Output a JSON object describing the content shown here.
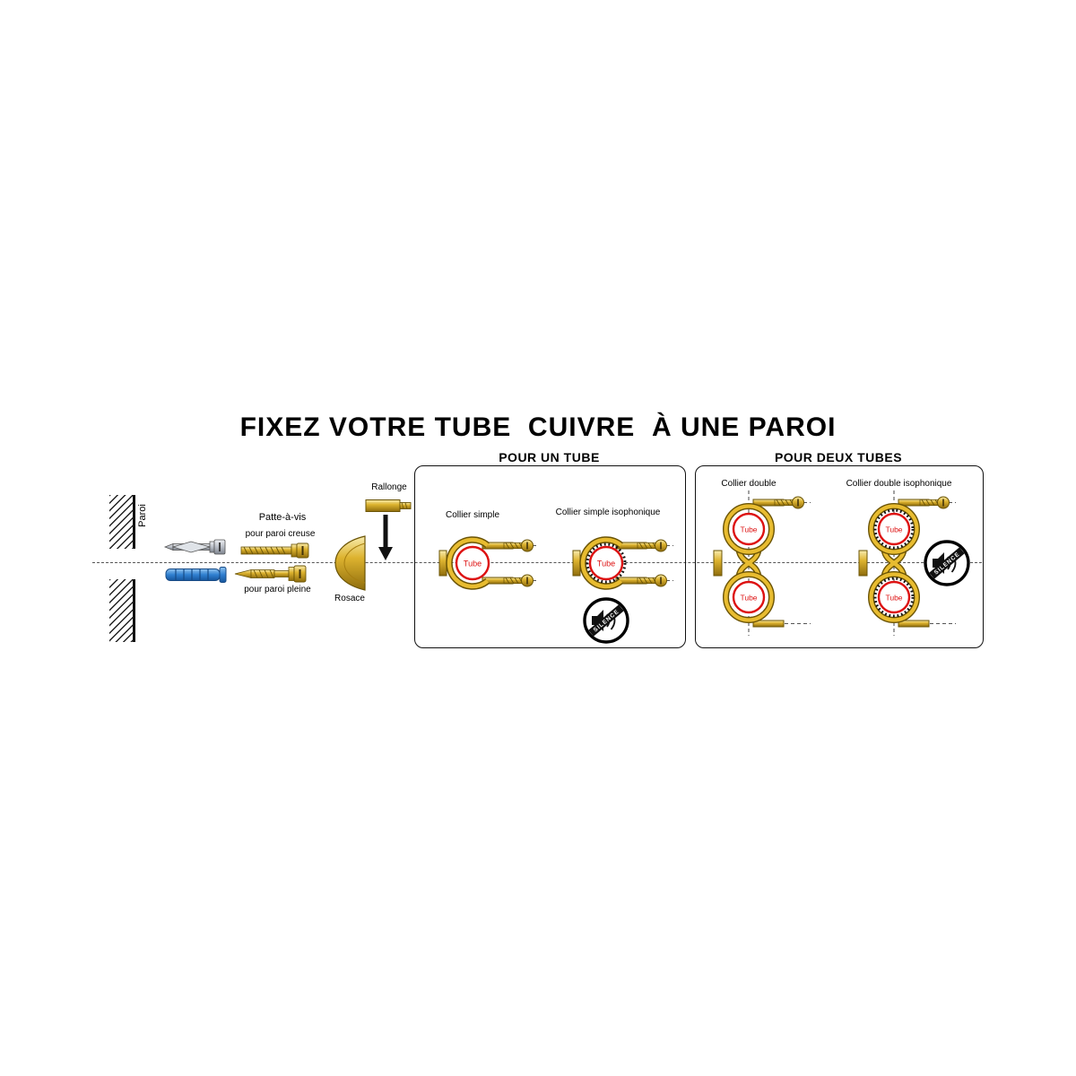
{
  "title": "FIXEZ VOTRE TUBE  CUIVRE  À UNE PAROI",
  "wall": {
    "label": "Paroi"
  },
  "left_assembly": {
    "patte_a_vis_label": "Patte-à-vis",
    "hollow_wall_label": "pour paroi creuse",
    "solid_wall_label": "pour paroi pleine",
    "rosace_label": "Rosace",
    "rallonge_label": "Rallonge"
  },
  "panel_one_tube": {
    "heading": "POUR UN TUBE",
    "collier_simple_label": "Collier simple",
    "collier_simple_iso_label": "Collier simple isophonique"
  },
  "panel_two_tubes": {
    "heading": "POUR DEUX TUBES",
    "collier_double_label": "Collier double",
    "collier_double_iso_label": "Collier double isophonique"
  },
  "tube_label": "Tube",
  "silence_label": "SILENCE",
  "colors": {
    "brass": "#ddb32f",
    "tube_red": "#dd1111",
    "anchor_blue": "#2f7fd0",
    "outline": "#000000"
  }
}
